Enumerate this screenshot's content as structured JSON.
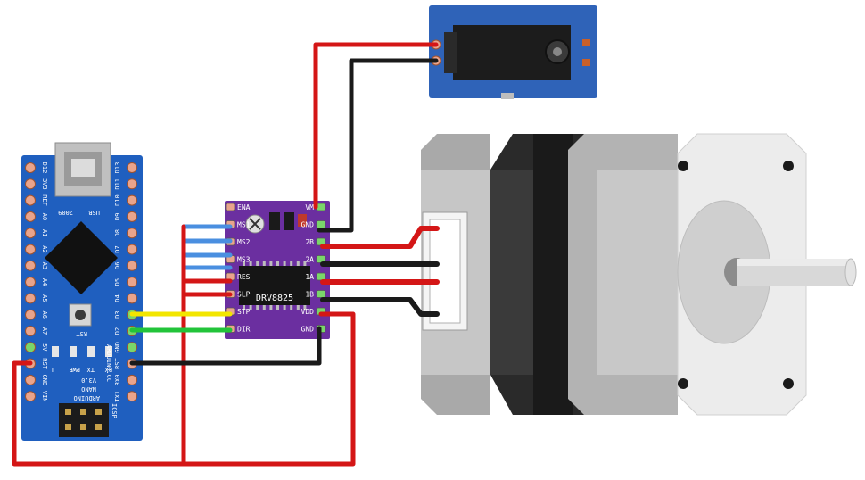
{
  "arduino": {
    "usb_label": "USB",
    "year_label": "2009",
    "board_name": "ARDUINO",
    "board_model": "NANO",
    "board_version": "V3.0",
    "site_label": "ARDUINO.CC",
    "rst_label": "RST",
    "icsp_label": "ICSP",
    "led_labels": [
      "L",
      "PWR",
      "TX",
      "RX"
    ],
    "left_pins": [
      "D12",
      "3V3",
      "REF",
      "A0",
      "A1",
      "A2",
      "A3",
      "A4",
      "A5",
      "A6",
      "A7",
      "5V",
      "RST",
      "GND",
      "VIN"
    ],
    "right_pins": [
      "D13",
      "D11",
      "D10",
      "D9",
      "D8",
      "D7",
      "D6",
      "D5",
      "D4",
      "D3",
      "D2",
      "GND",
      "RST",
      "RX0",
      "TX1"
    ]
  },
  "driver": {
    "chip_label": "DRV8825",
    "left_pins": [
      "ENA",
      "MS1",
      "MS2",
      "MS3",
      "RES",
      "SLP",
      "STP",
      "DIR"
    ],
    "right_pins": [
      "VM",
      "GND",
      "2B",
      "2A",
      "1A",
      "1B",
      "VDD",
      "GND"
    ]
  },
  "colors": {
    "wire_red": "#d41616",
    "wire_black": "#1a1a1a",
    "wire_blue": "#4a8fe0",
    "wire_yellow": "#f2e600",
    "wire_green": "#22c43a",
    "arduino_board": "#1f5fbf",
    "driver_board": "#6b2fa0",
    "power_jack_board": "#2f63b8"
  }
}
